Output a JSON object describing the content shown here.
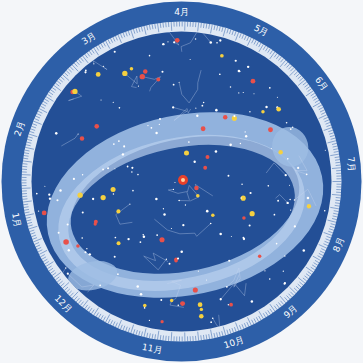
{
  "diagram": {
    "labels": [
      "4月",
      "5月",
      "6月",
      "7月",
      "8月",
      "9月",
      "10月",
      "11月",
      "12月",
      "1月",
      "2月",
      "3月"
    ]
  }
}
